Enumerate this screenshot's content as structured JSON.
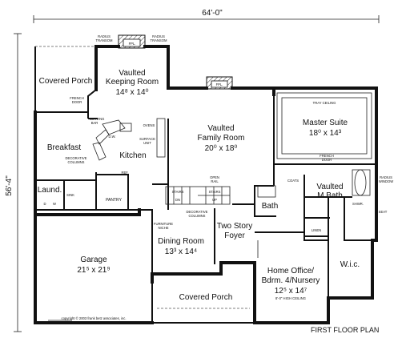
{
  "dimensions": {
    "width": "64'-0\"",
    "depth": "56'-4\""
  },
  "title": "FIRST FLOOR PLAN",
  "copyright": "copyright © 2003 frank betz associates, inc.",
  "rooms": {
    "covered_porch_rear": "Covered Porch",
    "keeping_room_1": "Vaulted",
    "keeping_room_2": "Keeping Room",
    "keeping_room_size": "14⁸ x 14⁰",
    "family_room_1": "Vaulted",
    "family_room_2": "Family Room",
    "family_room_size": "20⁰ x 18⁰",
    "master_suite": "Master Suite",
    "master_suite_size": "18⁰ x 14³",
    "breakfast": "Breakfast",
    "kitchen": "Kitchen",
    "laundry": "Laund.",
    "pantry": "PANTRY",
    "bath": "Bath",
    "master_bath_1": "Vaulted",
    "master_bath_2": "M.Bath",
    "dining_room": "Dining Room",
    "dining_room_size": "13³ x 14⁴",
    "foyer_1": "Two Story",
    "foyer_2": "Foyer",
    "garage": "Garage",
    "garage_size": "21⁵ x 21⁹",
    "office_1": "Home Office/",
    "office_2": "Bdrm. 4/Nursery",
    "office_size": "12⁵ x 14⁷",
    "office_ceiling": "8'-0\" HIGH CEILING",
    "wic": "W.i.c.",
    "covered_porch_front": "Covered Porch"
  },
  "labels": {
    "radius_transom": "RADIUS",
    "transom": "TRANSOM",
    "fpl": "FPL.",
    "french_door": "FRENCH",
    "door": "DOOR",
    "serving": "SERVING",
    "bar": "BAR",
    "dw": "D.W.",
    "ovens": "OVENS",
    "surface": "SURFACE",
    "unit": "UNIT",
    "decorative": "DECORATIVE",
    "columns": "COLUMNS",
    "ref": "REF.",
    "stairs": "STAIRS",
    "dn": "DN",
    "up": "UP",
    "open": "OPEN",
    "rail": "RAIL",
    "coats": "COATS",
    "furniture": "FURNITURE",
    "niche": "NICHE",
    "tray_ceiling": "TRAY CEILING",
    "radius": "RADIUS",
    "window": "WINDOW",
    "shwr": "SHWR.",
    "seat": "SEAT",
    "linen": "LINEN",
    "sink": "SINK",
    "d": "D",
    "w": "W"
  }
}
